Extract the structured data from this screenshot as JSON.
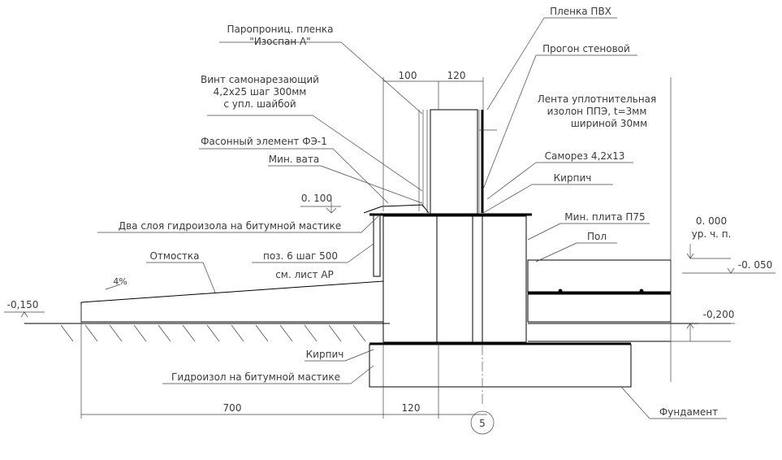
{
  "labels": {
    "vapor_film_1": "Паропрониц. пленка",
    "vapor_film_2": "\"Изоспан А\"",
    "screw_1": "Винт самонарезающий",
    "screw_2": "4,2х25 шаг 300мм",
    "screw_3": "с упл. шайбой",
    "shaped_element": "Фасонный элемент ФЭ-1",
    "min_wool": "Мин. вата",
    "waterproof_two_layers": "Два слоя гидроизола на  битумной мастике",
    "blind_area": "Отмостка",
    "pos_1": "поз. 6   шаг 500",
    "pos_2": "см. лист АР",
    "slope": "4%",
    "pvc_film": "Пленка ПВХ",
    "wall_purlin": "Прогон стеновой",
    "seal_tape_1": "Лента уплотнительная",
    "seal_tape_2": "изолон ППЭ, t=3мм",
    "seal_tape_3": "шириной 30мм",
    "self_screw": "Саморез 4,2х13",
    "brick_top": "Кирпич",
    "min_plate": "Мин. плита П75",
    "floor": "Пол",
    "brick_bottom": "Кирпич",
    "waterproof_mastic": "Гидроизол на  битумной мастике",
    "foundation": "Фундамент",
    "axis": "5"
  },
  "levels": {
    "l_0100": "0. 100",
    "l_0000": "0. 000",
    "l_floor": "ур. ч. п.",
    "l_m0050": "-0. 050",
    "l_m0150": "-0,150",
    "l_m0200": "-0,200"
  },
  "dims": {
    "d100": "100",
    "d120_top": "120",
    "d700": "700",
    "d120_bottom": "120"
  }
}
